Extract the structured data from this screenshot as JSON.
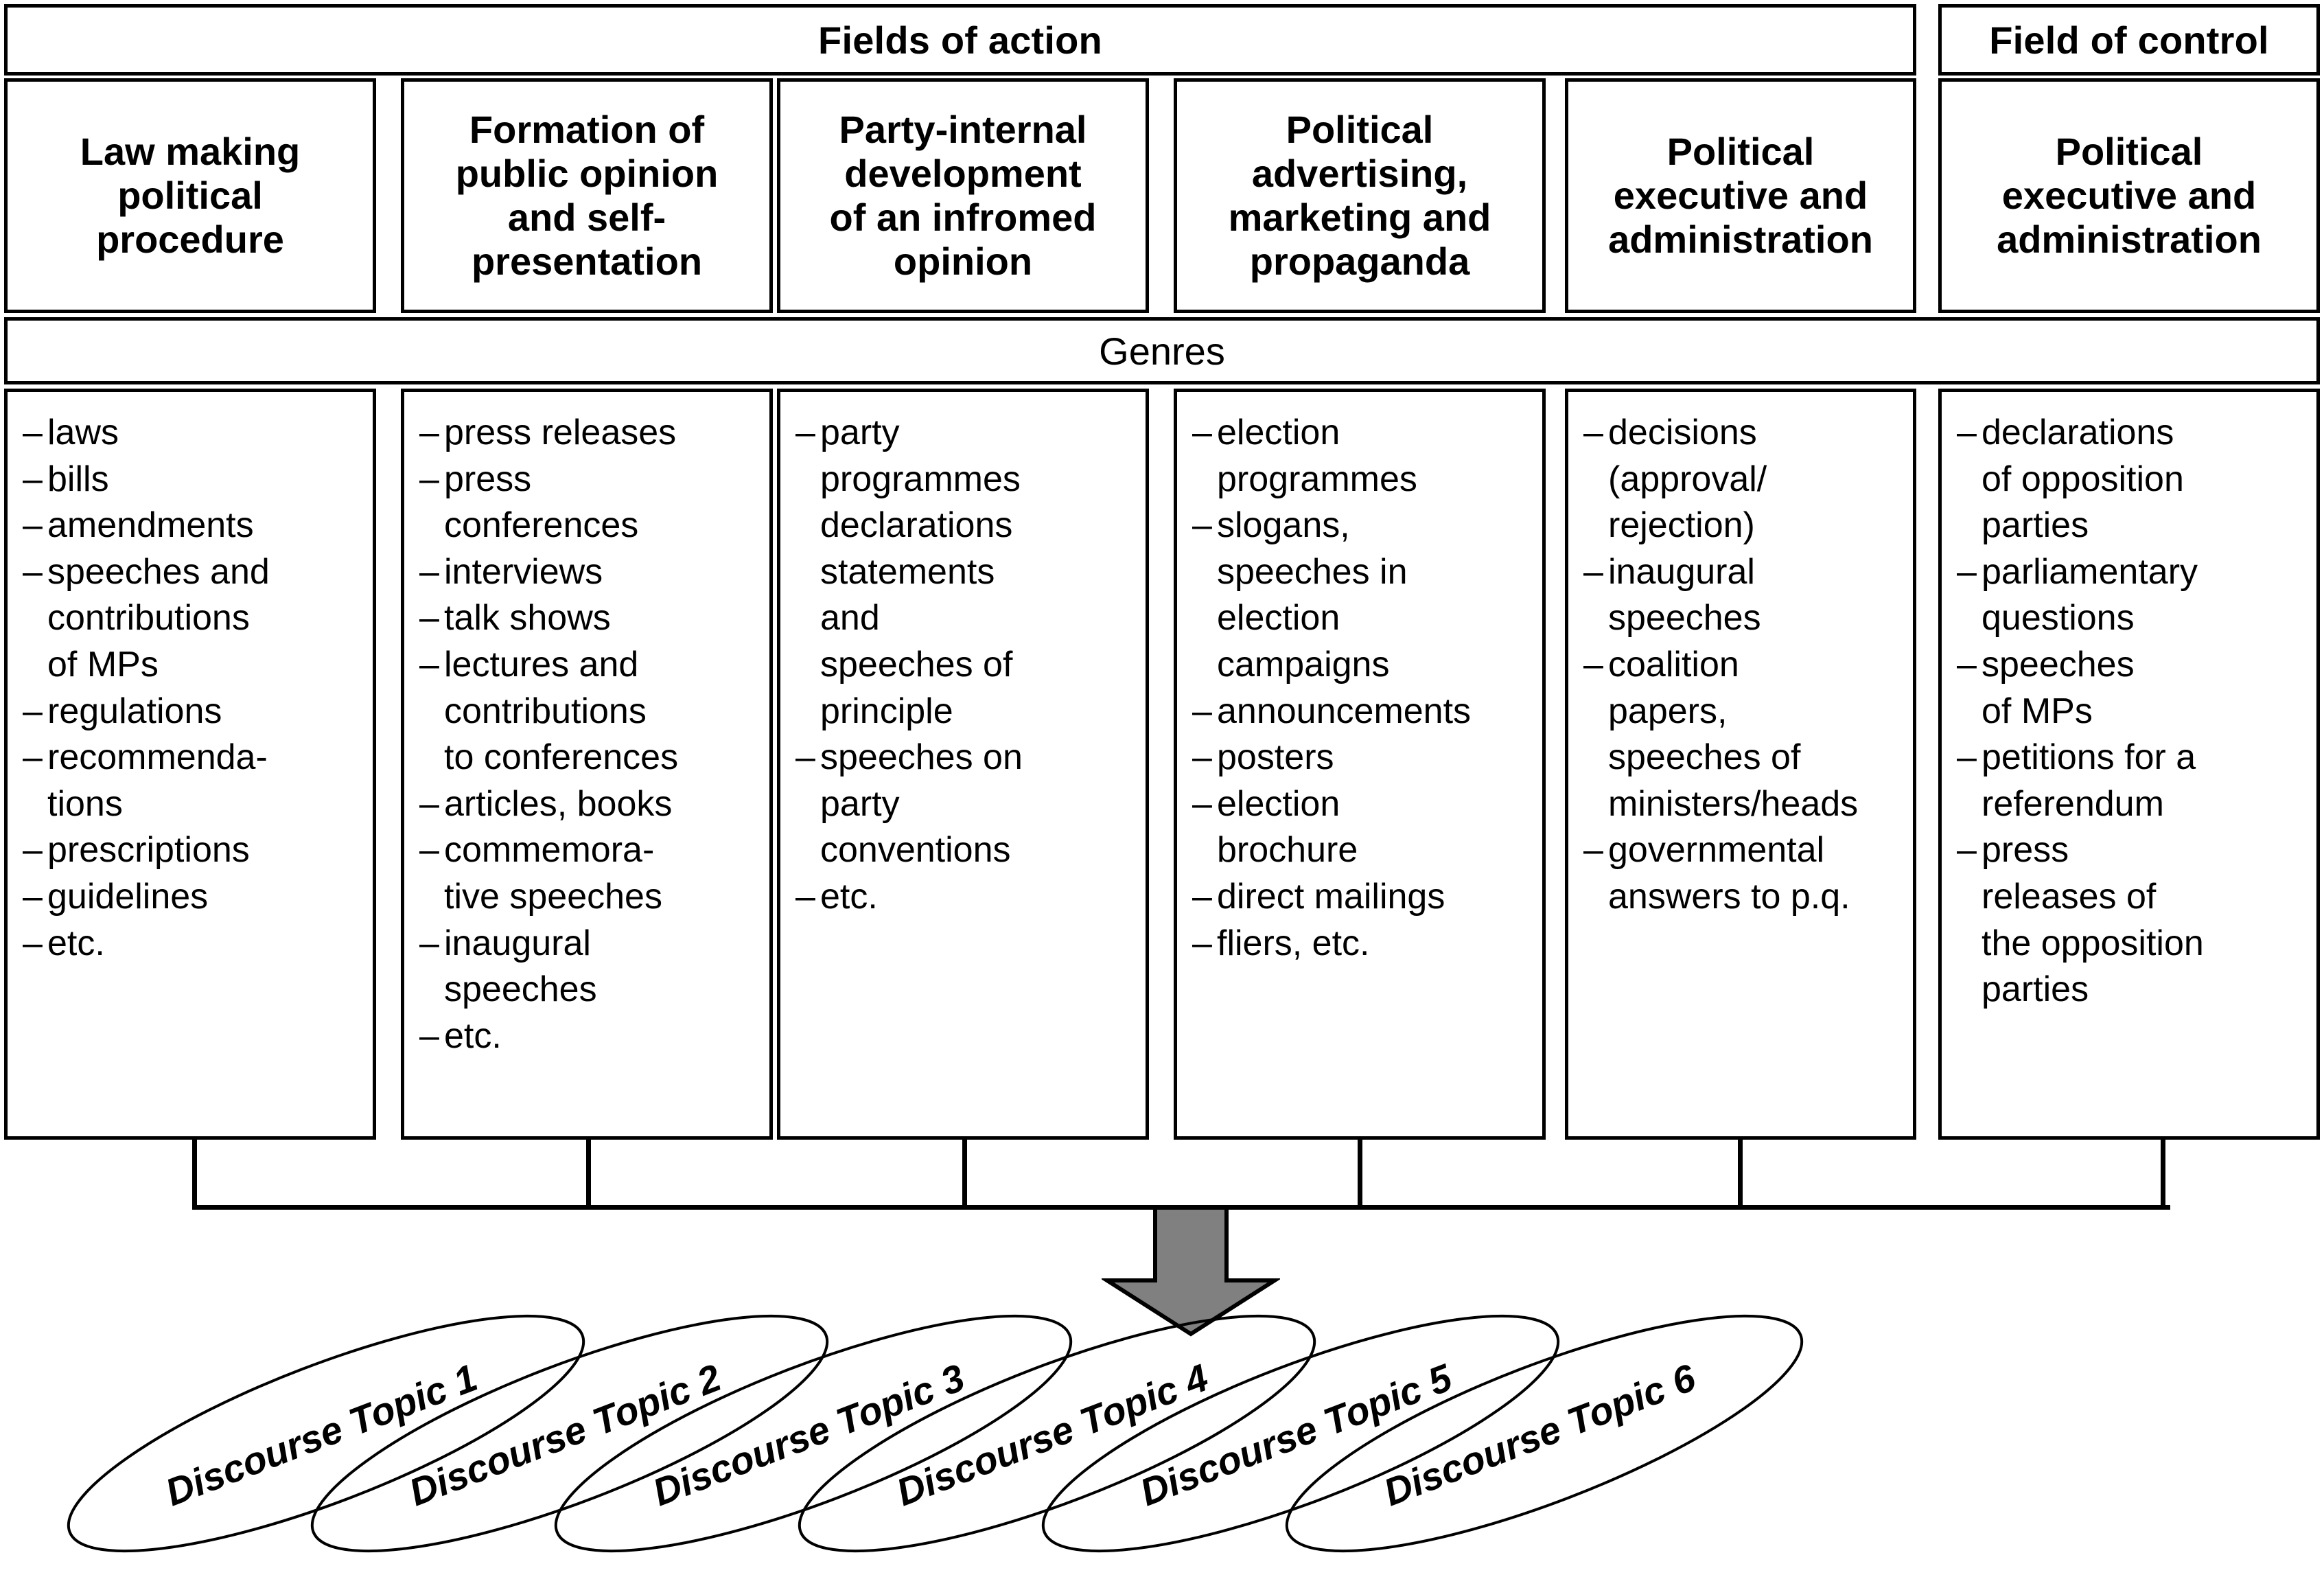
{
  "diagram": {
    "title": "Fields of action / Field of control — genres and discourse topics",
    "bands": {
      "fields_of_action": "Fields of action",
      "field_of_control": "Field of control",
      "genres": "Genres"
    },
    "columns": [
      {
        "id": "law-making",
        "group": "fields-of-action",
        "title": "Law making\npolitical\nprocedure",
        "genres": [
          "laws",
          "bills",
          "amendments",
          "speeches and\ncontributions\nof MPs",
          "regulations",
          "recommenda-\ntions",
          "prescriptions",
          "guidelines",
          "etc."
        ]
      },
      {
        "id": "public-opinion",
        "group": "fields-of-action",
        "title": "Formation of\npublic opinion\nand self-\npresentation",
        "genres": [
          "press releases",
          "press\nconferences",
          "interviews",
          "talk shows",
          "lectures and\ncontributions\nto conferences",
          "articles, books",
          "commemora-\ntive speeches",
          "inaugural\nspeeches",
          "etc."
        ]
      },
      {
        "id": "party-internal",
        "group": "fields-of-action",
        "title": "Party-internal\ndevelopment\nof an infromed\nopinion",
        "genres": [
          "party\nprogrammes\ndeclarations\nstatements\nand\nspeeches of\nprinciple",
          "speeches on\nparty\nconventions",
          "etc."
        ]
      },
      {
        "id": "political-advertising",
        "group": "fields-of-action",
        "title": "Political\nadvertising,\nmarketing and\npropaganda",
        "genres": [
          "election\nprogrammes",
          "slogans,\nspeeches in\nelection\ncampaigns",
          "announcements",
          "posters",
          "election\nbrochure",
          "direct mailings",
          "fliers, etc."
        ]
      },
      {
        "id": "political-executive",
        "group": "fields-of-action",
        "title": "Political\nexecutive and\nadministration",
        "genres": [
          "decisions\n(approval/\nrejection)",
          "inaugural\nspeeches",
          "coalition\npapers,\nspeeches of\nministers/heads",
          "governmental\nanswers to p.q."
        ]
      },
      {
        "id": "political-executive-control",
        "group": "field-of-control",
        "title": "Political\nexecutive and\nadministration",
        "genres": [
          "declarations\nof opposition\nparties",
          "parliamentary\nquestions",
          "speeches\nof MPs",
          "petitions for a\nreferendum",
          "press\nreleases of\nthe opposition\nparties"
        ]
      }
    ],
    "bullet_dash": "–",
    "topics": [
      "Discourse Topic 1",
      "Discourse Topic 2",
      "Discourse Topic 3",
      "Discourse Topic 4",
      "Discourse Topic 5",
      "Discourse Topic 6"
    ],
    "arrow": {
      "name": "down-arrow",
      "fill": "#808080",
      "stroke": "#000000"
    },
    "colors": {
      "line": "#000000",
      "background": "#ffffff",
      "arrow_fill": "#808080"
    }
  }
}
